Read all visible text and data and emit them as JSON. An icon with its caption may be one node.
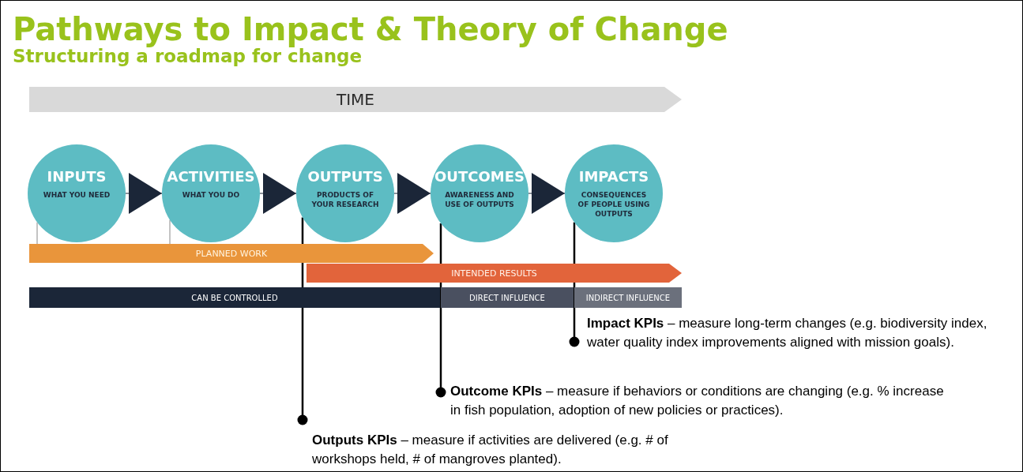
{
  "diagram": {
    "title": "Pathways to Impact & Theory of Change",
    "nodes": [
      {
        "text": [
          "TIME"
        ]
      },
      {
        "text": [
          "INPUTS",
          "WHAT YOU NEED"
        ]
      },
      {
        "text": [
          "ACTIVITIES",
          "WHAT YOU DO"
        ]
      },
      {
        "text": [
          "OUTPUTS",
          "PRODUCTS OF YOUR RESEARCH"
        ]
      },
      {
        "text": [
          "OUTCOMES",
          "AWARENESS AND USE OF OUTPUTS"
        ]
      },
      {
        "text": [
          "IMPACTS",
          "CONSEQUENCES OF PEOPLE USING OUTPUTS"
        ]
      },
      {
        "text": [
          "PLANNED WORK"
        ]
      },
      {
        "text": [
          "INTENDED RESULTS"
        ]
      },
      {
        "text": [
          "CAN BE CONTROLLED"
        ]
      },
      {
        "text": [
          "DIRECT INFLUENCE"
        ]
      },
      {
        "text": [
          "INDIRECT INFLUENCE"
        ]
      },
      {
        "text": [
          "**Impact KPIs** – measure long-term changes (e.g. biodiversity index, water quality index improvements aligned with mission goals)."
        ]
      },
      {
        "text": [
          "**Outcome KPIs** – measure if behaviors or conditions are changing (e.g. % increase in fish population, adoption of new policies or practices)."
        ]
      },
      {
        "text": [
          "**Outputs KPIs** – measure if activities are delivered (e.g. # of workshops held, # of mangroves planted)."
        ]
      }
    ],
    "edges": [
      {
        "from": 1,
        "to": 2,
        "arrow": "to"
      },
      {
        "from": 2,
        "to": 3,
        "arrow": "to"
      },
      {
        "from": 3,
        "to": 4,
        "arrow": "to"
      },
      {
        "from": 4,
        "to": 5,
        "arrow": "to"
      },
      {
        "from": 11,
        "to": 5,
        "arrow": "other",
        "color": "#000000"
      },
      {
        "from": 12,
        "to": 4,
        "arrow": "other",
        "color": "#000000"
      },
      {
        "from": 13,
        "to": 3,
        "arrow": "other",
        "color": "#000000"
      },
      {
        "from": 1,
        "to": 6,
        "arrow": "none",
        "color": "#888888"
      },
      {
        "from": 2,
        "to": 6,
        "arrow": "none",
        "color": "#888888"
      }
    ],
    "labels": [
      "Structuring a roadmap for change"
    ]
  }
}
